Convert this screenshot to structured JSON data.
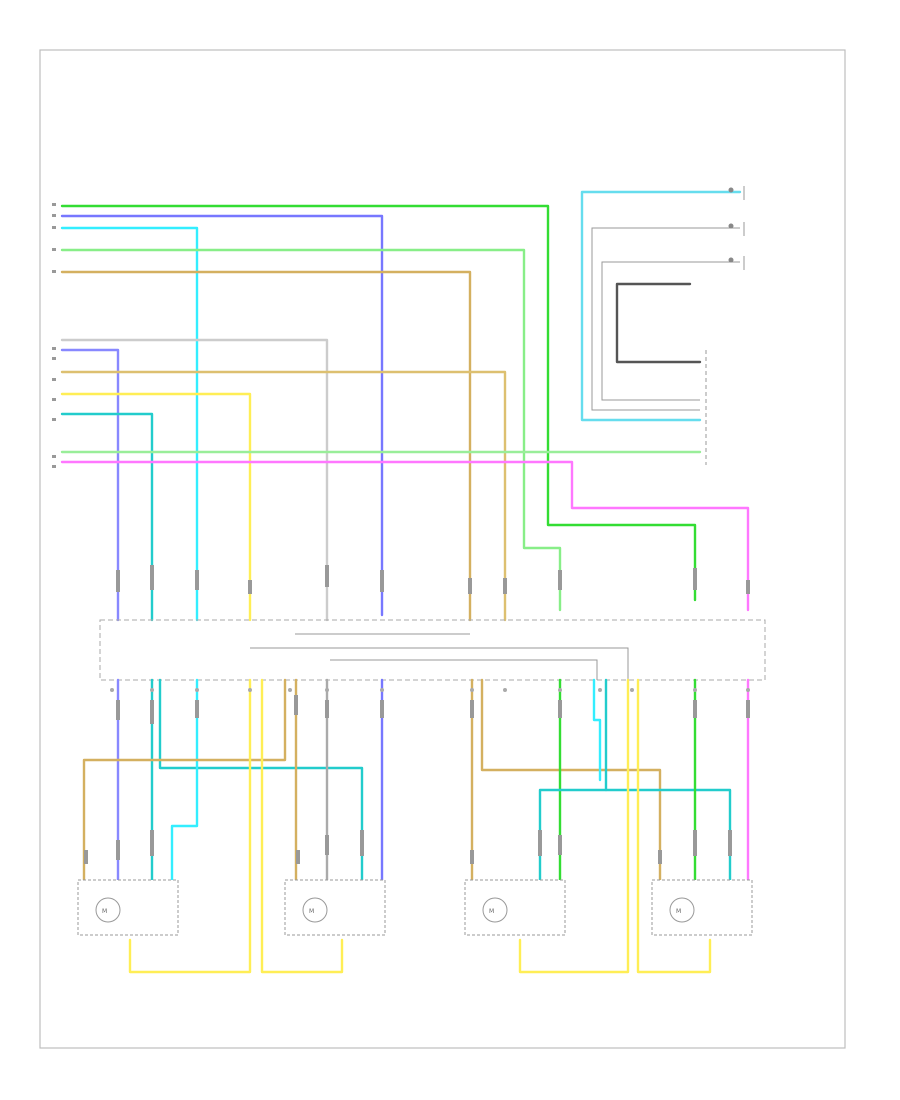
{
  "diagram": {
    "page_label": "",
    "colors": {
      "green": "#33dd33",
      "blue": "#7777ff",
      "cyan": "#33eeff",
      "light_green": "#88ee88",
      "tan": "#d4b060",
      "yellow": "#ffee55",
      "pink": "#ff77ff",
      "teal": "#22cccc",
      "grey": "#aaaaaa",
      "gray_line": "#999999"
    },
    "components": [
      {
        "id": "c1",
        "label": ""
      },
      {
        "id": "c2",
        "label": ""
      },
      {
        "id": "c3",
        "label": ""
      },
      {
        "id": "c4",
        "label": ""
      },
      {
        "id": "c5",
        "label": ""
      },
      {
        "id": "c6",
        "label": ""
      },
      {
        "id": "c7",
        "label": ""
      }
    ]
  }
}
